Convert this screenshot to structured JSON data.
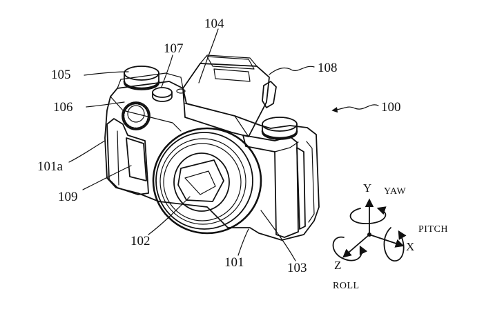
{
  "figure": {
    "part_labels": {
      "camera": "100",
      "body": "101",
      "grip": "101a",
      "lens": "102",
      "ring": "103",
      "flash": "104",
      "release_button": "105",
      "dial": "106",
      "small_button": "107",
      "hot_shoe": "108",
      "grip_panel": "109"
    },
    "axes": {
      "y_label": "Y",
      "x_label": "X",
      "z_label": "Z",
      "yaw": "YAW",
      "pitch": "PITCH",
      "roll": "ROLL"
    }
  }
}
